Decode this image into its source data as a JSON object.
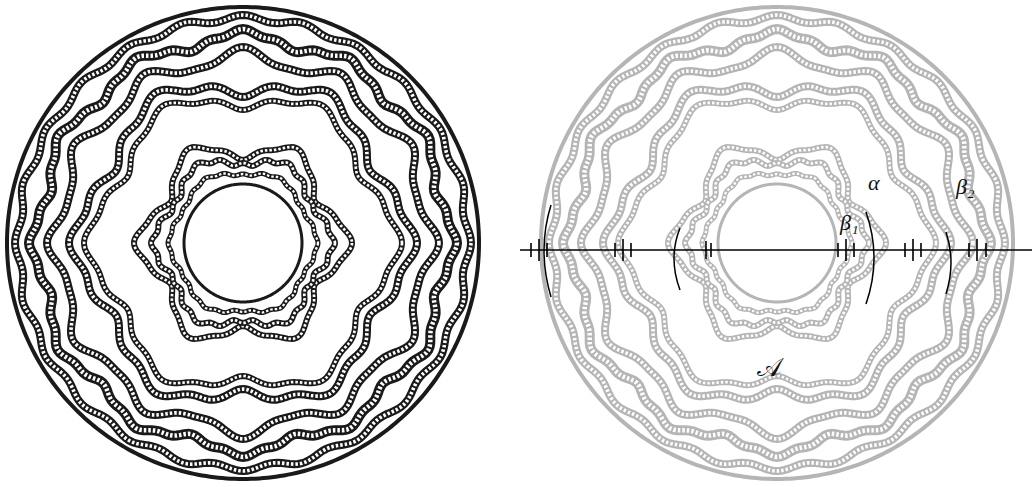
{
  "diagram": {
    "labels": [
      "α",
      "β₁",
      "β₂",
      "𝒜"
    ]
  }
}
